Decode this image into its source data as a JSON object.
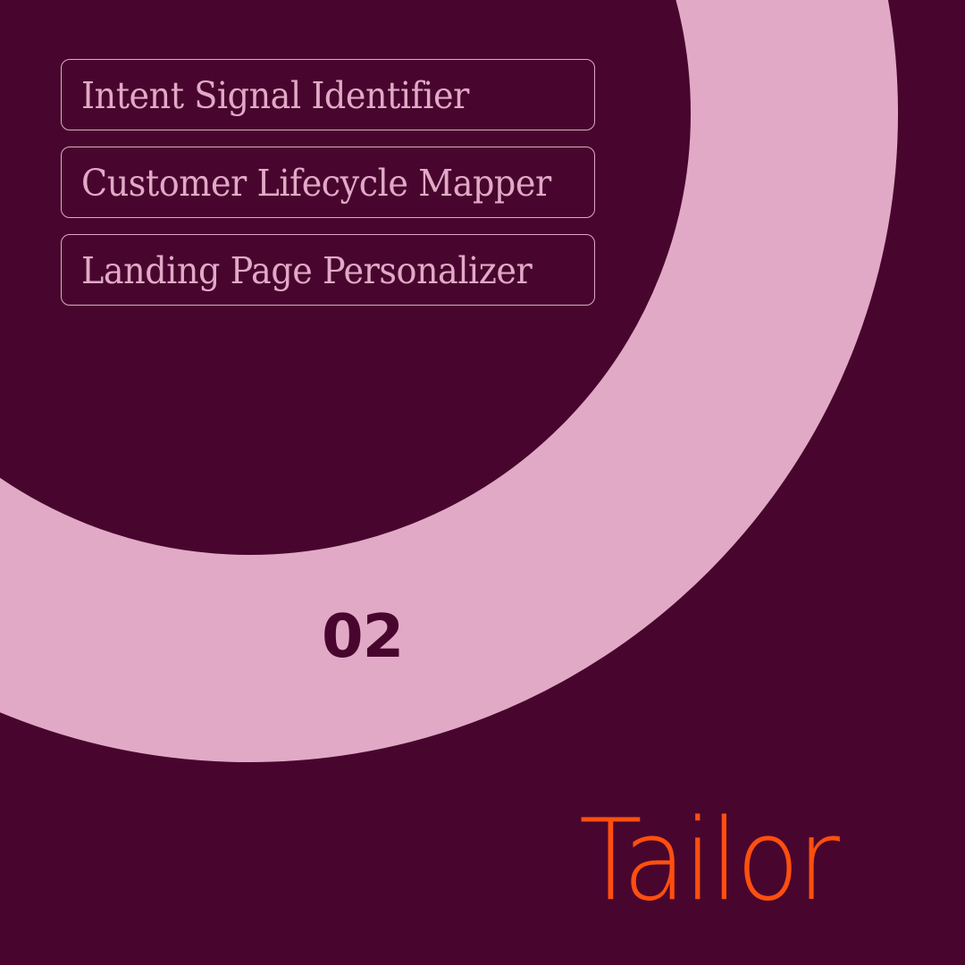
{
  "colors": {
    "background": "#48062e",
    "ring": "#e1a9c6",
    "accent": "#ff4f0f"
  },
  "tags": [
    {
      "label": "Intent Signal Identifier"
    },
    {
      "label": "Customer Lifecycle Mapper"
    },
    {
      "label": "Landing Page Personalizer"
    }
  ],
  "step_number": "02",
  "brand": {
    "title": "Tailor"
  }
}
